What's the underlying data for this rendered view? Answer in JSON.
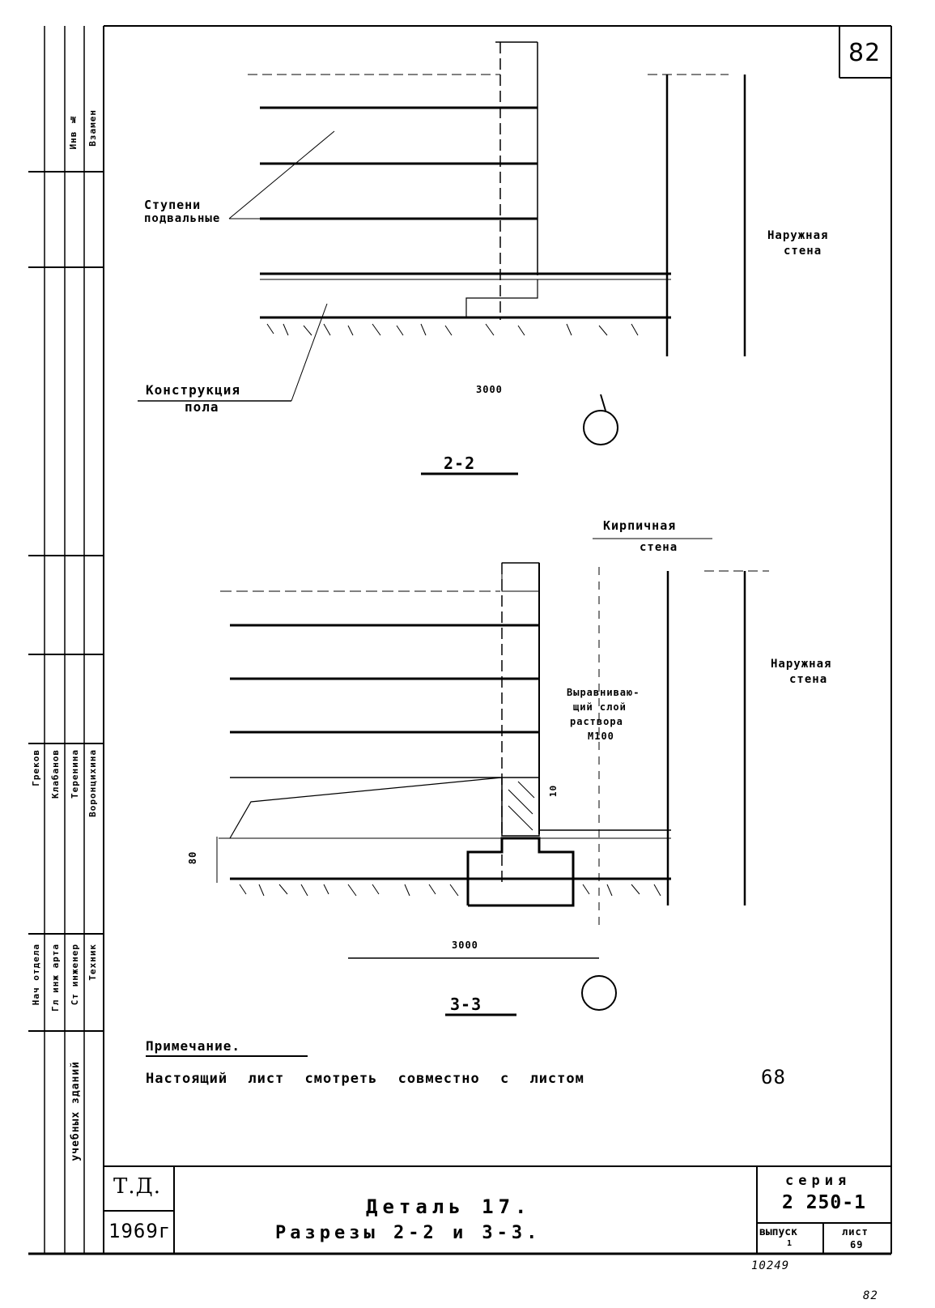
{
  "sheet_number_corner": "82",
  "side_stamp": {
    "inv_no": "Инв №",
    "vzamen": "Взамен",
    "sig_names": [
      "Греков",
      "Клабанов",
      "Теренина",
      "Воронцихина"
    ],
    "roles": [
      "Нач отдела",
      "Гл инж арта",
      "Ст инженер",
      "Техник"
    ],
    "series_name": "учебных зданий"
  },
  "section_2": {
    "label_steps": "Ступени",
    "label_steps2": "подвальные",
    "label_outer_wall": "Наружная",
    "label_outer_wall2": "стена",
    "label_floor": "Конструкция",
    "label_floor2": "пола",
    "dimension": "3000",
    "title": "2-2"
  },
  "section_3": {
    "label_brick_wall": "Кирпичная",
    "label_brick_wall2": "стена",
    "label_outer_wall": "Наружная",
    "label_outer_wall2": "стена",
    "label_leveling": "Выравниваю-",
    "label_leveling2": "щий слой",
    "label_leveling3": "раствора",
    "label_leveling4": "М100",
    "dim_10": "10",
    "dim_80": "80",
    "dimension": "3000",
    "title": "3-3"
  },
  "note": {
    "heading": "Примечание.",
    "text": "Настоящий  лист  смотреть  совместно  с листом",
    "sheet_ref": "68"
  },
  "title_block": {
    "org": "Т.Д.",
    "year": "1969г",
    "title_line1": "Деталь 17.",
    "title_line2": "Разрезы 2-2 и 3-3.",
    "series_label": "серия",
    "series_value": "2 250-1",
    "issue_label": "выпуск",
    "issue_value": "1",
    "sheet_label": "лист",
    "sheet_value": "69"
  },
  "footer": {
    "doc_number": "10249",
    "page_number": "82"
  }
}
